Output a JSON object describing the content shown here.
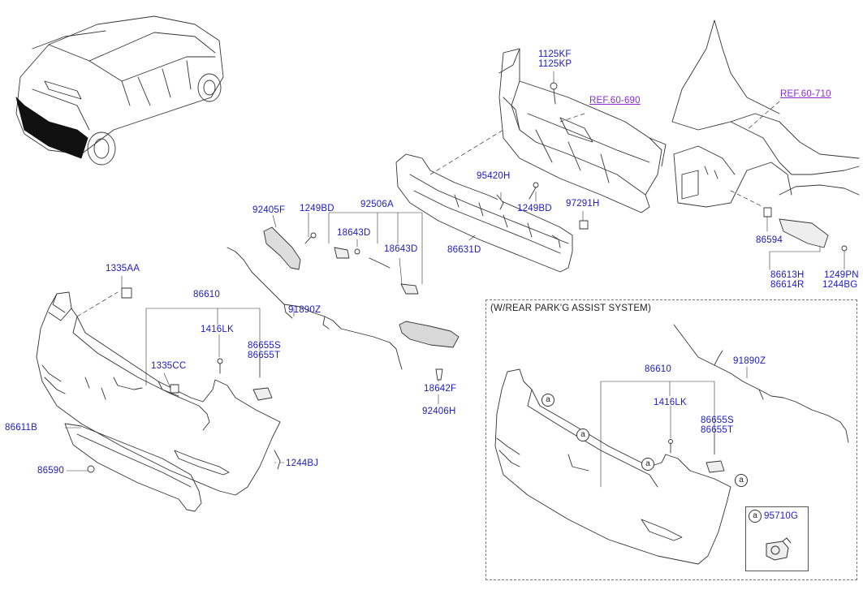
{
  "refs": {
    "ref1": "REF.60-690",
    "ref2": "REF.60-710"
  },
  "parts": {
    "p1125kf": "1125KF",
    "p1125kp": "1125KP",
    "p95420h": "95420H",
    "p1249bd_a": "1249BD",
    "p97291h": "97291H",
    "p86631d": "86631D",
    "p86594": "86594",
    "p86613h": "86613H",
    "p86614r": "86614R",
    "p1249pn": "1249PN",
    "p1244bg": "1244BG",
    "p92405f": "92405F",
    "p1249bd_b": "1249BD",
    "p92506a": "92506A",
    "p18643d_a": "18643D",
    "p18643d_b": "18643D",
    "p91890z_a": "91890Z",
    "p1335aa": "1335AA",
    "p86610_a": "86610",
    "p1416lk_a": "1416LK",
    "p86655s_a": "86655S",
    "p86655t_a": "86655T",
    "p1335cc": "1335CC",
    "p18642f": "18642F",
    "p92406h": "92406H",
    "p86611b": "86611B",
    "p86590": "86590",
    "p1244bj": "1244BJ",
    "p86610_b": "86610",
    "p91890z_b": "91890Z",
    "p1416lk_b": "1416LK",
    "p86655s_b": "86655S",
    "p86655t_b": "86655T",
    "p95710g": "95710G"
  },
  "inset": {
    "title": "(W/REAR PARK'G ASSIST SYSTEM)",
    "marker": "a"
  },
  "colors": {
    "label": "#1a1ac8",
    "ref": "#8a2bd0",
    "line": "#333333"
  }
}
